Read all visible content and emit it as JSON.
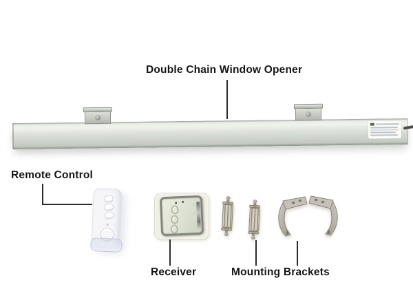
{
  "image": {
    "type": "product-parts-callout-photo",
    "background": "#ffffff"
  },
  "annotations": {
    "title": "Double Chain Window Opener",
    "remote_control": "Remote Control",
    "receiver": "Receiver",
    "mounting_brackets": "Mounting Brackets"
  },
  "components": {
    "bar": "double-chain-window-opener-bar",
    "clips": [
      "mounting-clip-left",
      "mounting-clip-right"
    ],
    "remote": "remote-control-handset",
    "receiver": "receiver-box",
    "chain_pins": [
      "chain-pin-1",
      "chain-pin-2"
    ],
    "brackets": [
      "mounting-bracket-left",
      "mounting-bracket-right"
    ],
    "cable": "power-cable",
    "sticker": "product-label-sticker"
  },
  "colors": {
    "background": "#ffffff",
    "label_text": "#151515",
    "leader_line": "#2b2b2b",
    "bar_silver": "#d7dcd4",
    "metal_parts": "#b7b1a4",
    "remote_body": "#f6f6f8",
    "receiver_body": "#efeee2",
    "cable": "#4a4a4a"
  }
}
